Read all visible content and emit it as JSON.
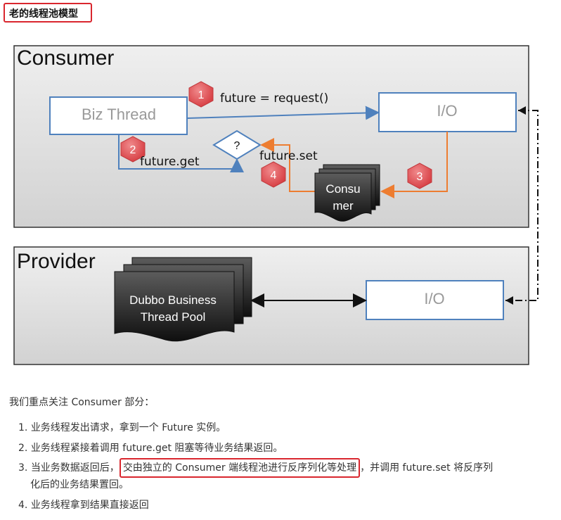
{
  "heading": "老的线程池模型",
  "diagram": {
    "consumer_label": "Consumer",
    "provider_label": "Provider",
    "biz_thread": "Biz Thread",
    "io_consumer": "I/O",
    "io_provider": "I/O",
    "question": "?",
    "consumer_pool_line1": "Consu",
    "consumer_pool_line2": "mer",
    "dubbo_pool_line1": "Dubbo Business",
    "dubbo_pool_line2": "Thread Pool",
    "step1": "1",
    "step2": "2",
    "step3": "3",
    "step4": "4",
    "label_request": "future = request()",
    "label_get": "future.get",
    "label_set": "future.set",
    "colors": {
      "blue": "#4f81bd",
      "orange": "#ed7d31",
      "red": "#e0474c"
    }
  },
  "intro": "我们重点关注 Consumer 部分：",
  "steps": [
    {
      "num": "1.",
      "text": "业务线程发出请求，拿到一个 Future 实例。"
    },
    {
      "num": "2.",
      "text": "业务线程紧接着调用 future.get 阻塞等待业务结果返回。"
    },
    {
      "num": "3.",
      "pre": "当业务数据返回后，",
      "highlight": "交由独立的 Consumer 端线程池进行反序列化等处理",
      "post": "，并调用 future.set 将反序列",
      "cont": "化后的业务结果置回。"
    },
    {
      "num": "4.",
      "text": "业务线程拿到结果直接返回"
    }
  ]
}
